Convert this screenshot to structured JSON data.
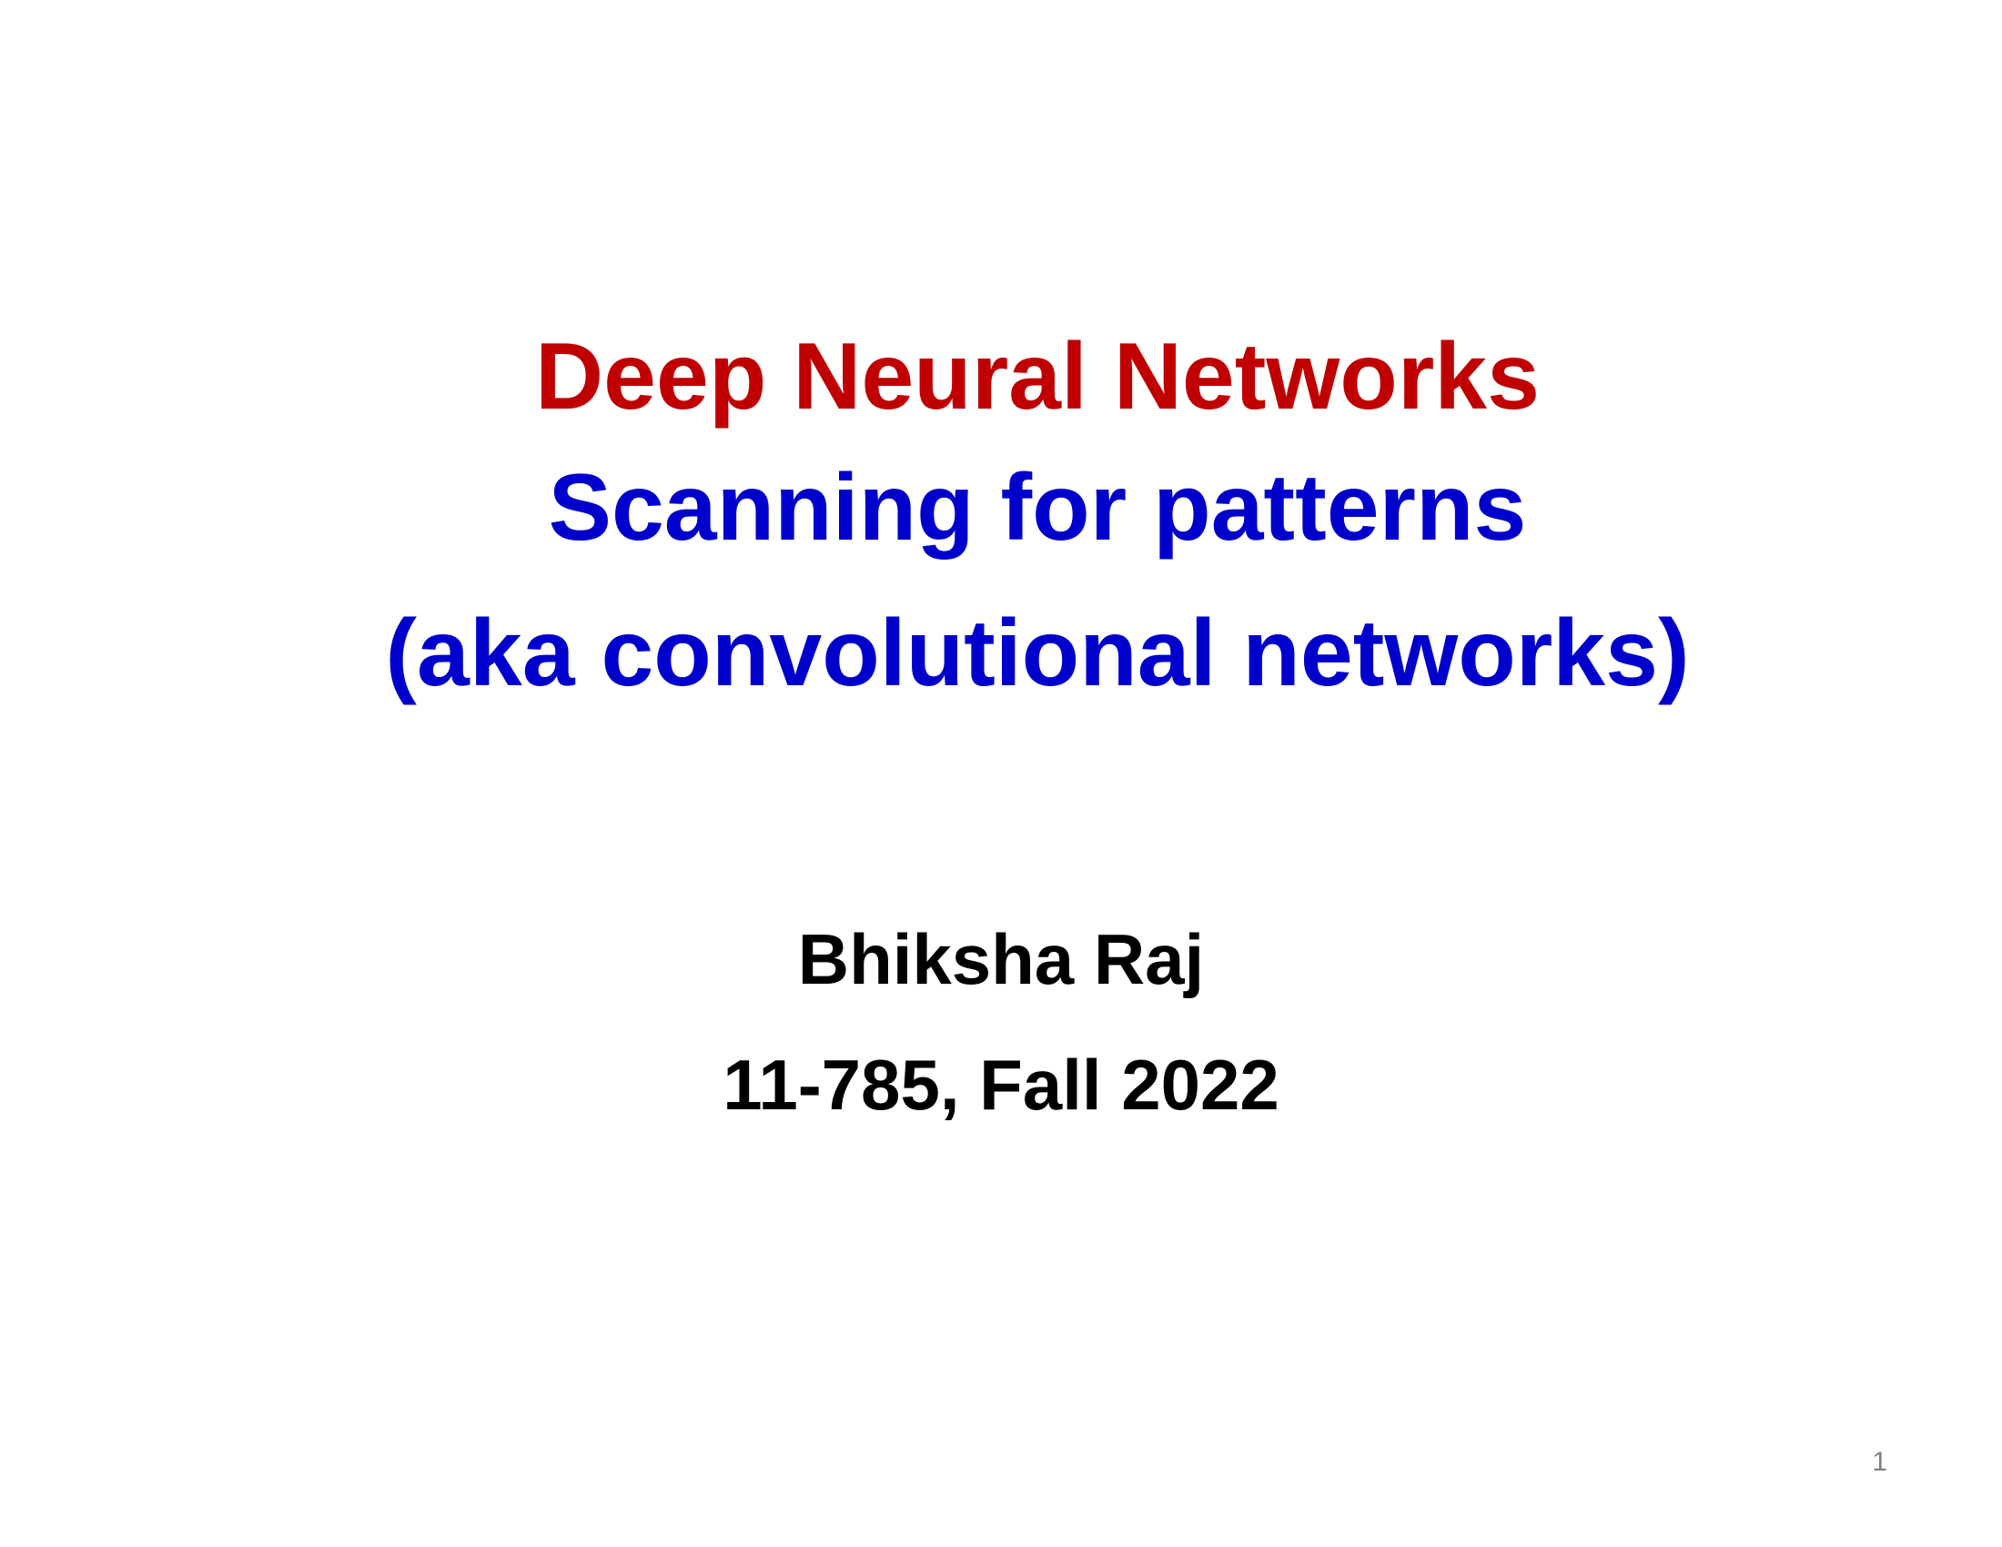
{
  "slide": {
    "title": {
      "line1": "Deep Neural Networks",
      "line2": "Scanning for patterns",
      "line3": "(aka convolutional networks)"
    },
    "author": "Bhiksha Raj",
    "course": "11-785, Fall 2022",
    "page_number": "1"
  },
  "colors": {
    "title_red": "#c00000",
    "title_blue": "#0000cc",
    "text_black": "#000000",
    "page_number_gray": "#808080",
    "background": "#ffffff"
  }
}
